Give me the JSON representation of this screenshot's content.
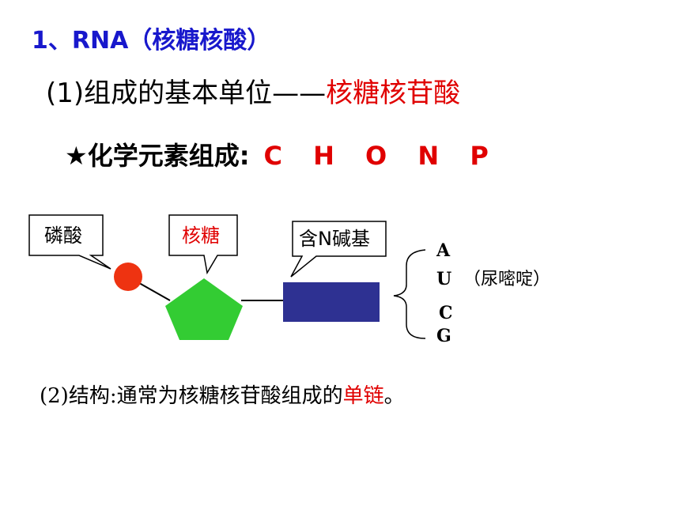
{
  "title": "1、RNA（核糖核酸）",
  "basic_unit": {
    "prefix": "(1)组成的基本单位——",
    "highlight": "核糖核苷酸"
  },
  "elements": {
    "prefix": "★化学元素组成:",
    "letters": "C H O N P"
  },
  "diagram": {
    "phosphate_label": "磷酸",
    "sugar_label": "核糖",
    "base_label": "含N碱基",
    "bases": [
      "A",
      "U",
      "C",
      "G"
    ],
    "pyrimidine_note": "（尿嘧啶）",
    "colors": {
      "phosphate": "#ee3311",
      "sugar": "#33cc33",
      "base": "#2e3192"
    }
  },
  "structure": {
    "prefix": "(2)结构:通常为核糖核苷酸组成的",
    "highlight": "单链",
    "suffix": "。"
  }
}
